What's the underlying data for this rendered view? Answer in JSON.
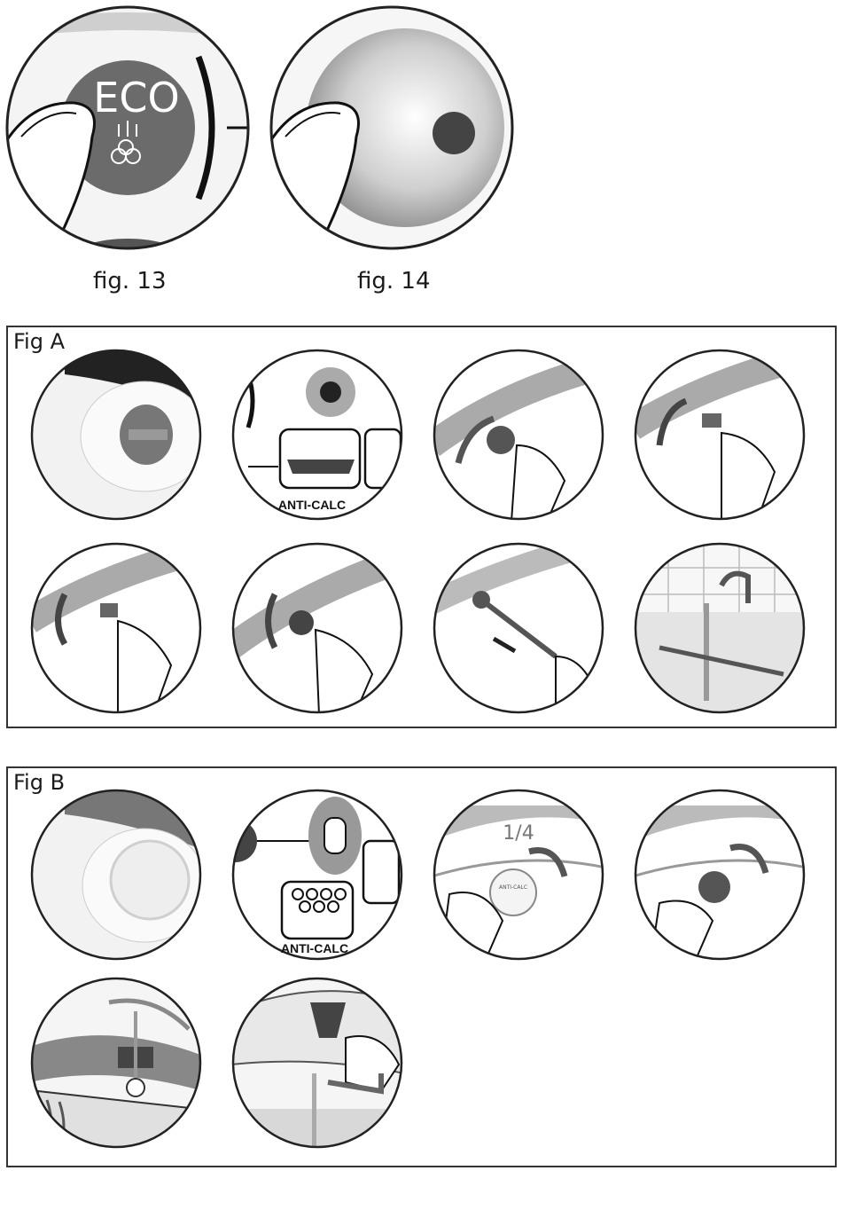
{
  "top_figures": [
    {
      "caption": "fig. 13",
      "button_text": "ECO"
    },
    {
      "caption": "fig. 14"
    }
  ],
  "fig_a": {
    "title": "Fig A",
    "panel_label": "ANTI-CALC"
  },
  "fig_b": {
    "title": "Fig B",
    "panel_label": "ANTI-CALC",
    "quarter_turn": "1/4",
    "cap_text": "ANTI-CALC"
  }
}
